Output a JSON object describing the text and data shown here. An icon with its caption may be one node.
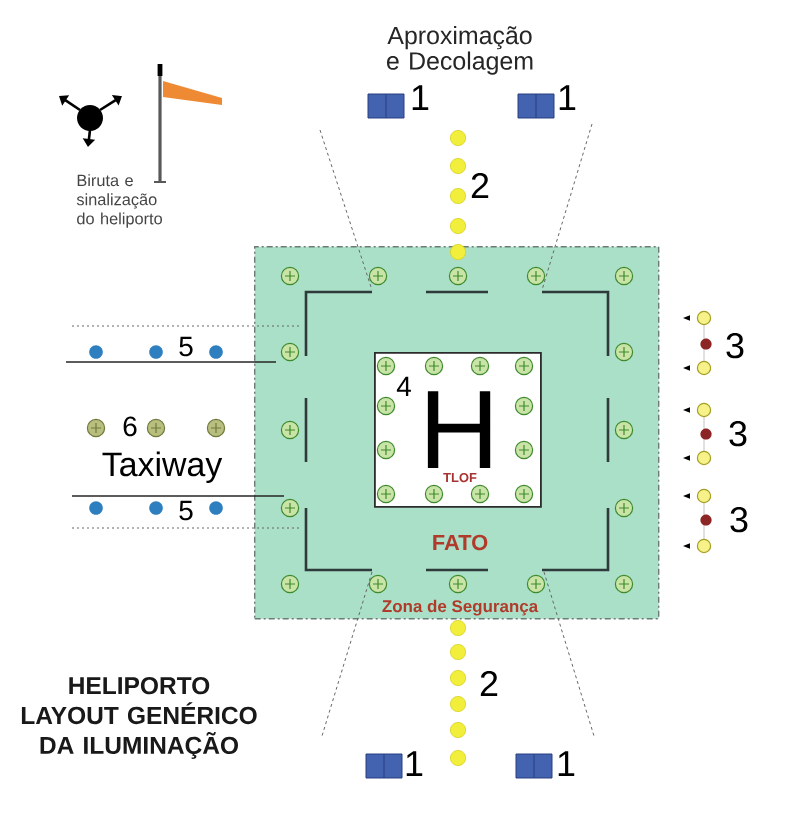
{
  "diagram": {
    "title": "HELIPORTO LAYOUT GENÉRICO DA ILUMINAÇÃO",
    "nodes": [
      {
        "text": [
          "FATO",
          "Zona de Segurança"
        ]
      },
      {
        "text": [
          "4",
          "H",
          "TLOF"
        ],
        "in": 0
      }
    ],
    "labels": [
      "Aproximação e Decolagem",
      "1",
      "1",
      "Biruta e sinalização do heliporto",
      "2",
      "5",
      "3",
      "6",
      "3",
      "Taxiway",
      "5",
      "3",
      "2",
      "1",
      "1"
    ]
  }
}
